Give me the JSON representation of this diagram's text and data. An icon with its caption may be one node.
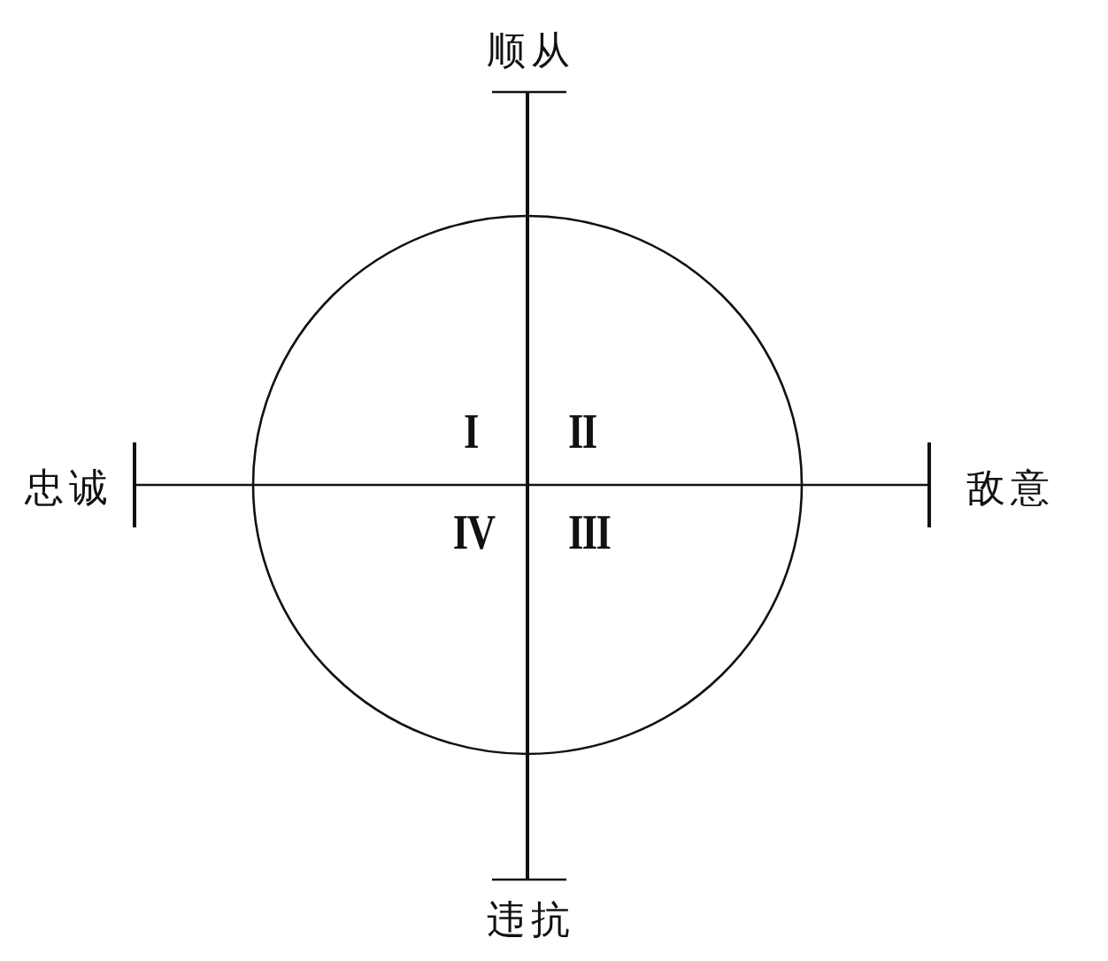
{
  "diagram": {
    "labels": [
      "顺从",
      "I",
      "II",
      "忠诚",
      "敌意",
      "IV",
      "III",
      "违抗"
    ]
  }
}
